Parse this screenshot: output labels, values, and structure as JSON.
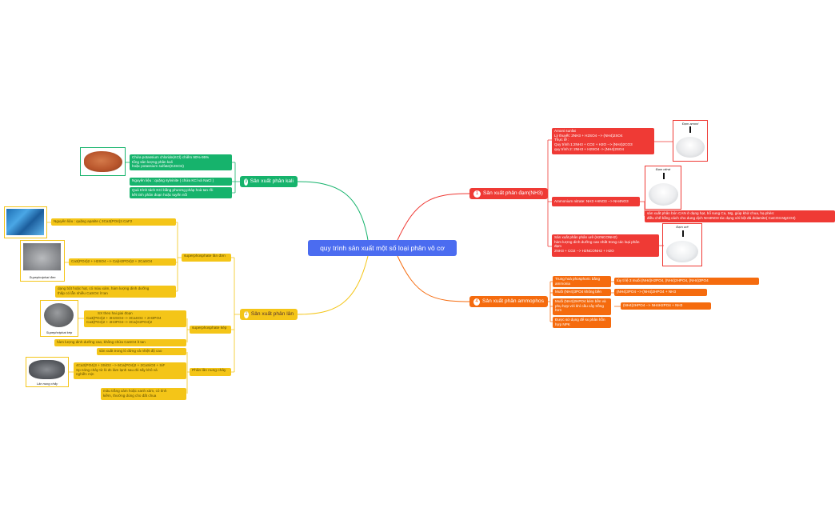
{
  "root": {
    "label": "quy trình sản xuất một số loại phân vô cơ"
  },
  "branches": {
    "dam": {
      "num": "1",
      "label": "Sản xuất phân đạm(NH3)",
      "amoni_sunfat": {
        "lines": [
          "Amoni sunfat",
          "Lý thuyết: 2NH3 + H2SO4 --> (NH4)2SO4",
          "Thực tế :",
          "Quy trình 1:2NH3 + CO2 + H2O --> (NH4)2CO3",
          "quy trình 2: 2NH3 + H2SO4 -> (NH4)2SO4"
        ],
        "image_caption": "Đạm amoni"
      },
      "nitrat": {
        "lines": [
          "Ammonium nitrate: NH3 +HNO3 --> NH4NO3"
        ],
        "image_caption": "Đạm nitrat"
      },
      "can": {
        "lines": [
          "sản xuất phân bón CAN ở dạng hạt, bổ sung Ca, Mg, giúp khử chua, hạ phèn:",
          "điều chế bằng cách cho dung dịch NH4NO3 tác dụng với bột đá dolamite( CaCO3.MgCO3)"
        ]
      },
      "ure": {
        "lines": [
          "Sản xuất phân phân urê (H2NCONH2)",
          "hàm lượng dinh dưỡng cao nhất trong các loại phân",
          "đạm",
          "2NH3 + CO2 --> H2NCONH2 + H2O"
        ],
        "image_caption": "Đạm urê"
      }
    },
    "kali": {
      "num": "3",
      "label": "Sản xuất phân kali",
      "leaf1": {
        "lines": [
          "Chứa potassium chloride(KCl) chiếm 90%-95%",
          "tổng sản lượng phân kali",
          "hoặc potassium sulfate(K2SO4)"
        ]
      },
      "leaf2": {
        "lines": [
          "Nguyên liệu : quặng sylvinite ( chứa KCl và NaCl )"
        ]
      },
      "leaf3": {
        "lines": [
          "Quá trình tách KCl bằng phương pháp hoà tan rồi",
          "kết tinh phân đoạn hoặc tuyển nổi"
        ]
      }
    },
    "lan": {
      "num": "2",
      "label": "Sản xuất phân lân",
      "supe_don": {
        "label": "superphosphate lân đơn",
        "leaf_raw": "Nguyên liệu : quặng apatite ( 3Ca3(PO4)2.CaF2",
        "leaf_eq": "Ca3(PO4)2 + H2SO4 --> Ca(H2PO4)2 + 2CaSO4",
        "leaf_desc": [
          "dạng bột hoặc hạt, có màu xám, hàm lượng dinh dưỡng",
          "thấp có lẫn nhiều CaSO4 ít tan"
        ],
        "image_caption": "Supephotphat đơn"
      },
      "supe_kep": {
        "label": "superphosphate kép",
        "leaf_eq": [
          "SX theo hai giai đoạn",
          "Ca3(PO4)2 + 3H2SO4--> 3CaSO4 + 2H3PO4",
          "Ca3(PO4)2 + 4H3PO4--> 3Ca(H2PO4)2"
        ],
        "leaf_desc": "hàm lượng dinh dưỡng cao, không chứa CaSO4 ít tan",
        "image_caption": "Supephotphat kép"
      },
      "nung_chay": {
        "label": "Phân lân nung chảy",
        "leaf_top": "sản xuất trong lò đứng và nhiệt độ cao",
        "leaf_eq": [
          "4Ca3(PO4)3 + 3SiO2 --> 6Ca(PO4)2 + 2CaSiO3 + SiF",
          "Sp nóng chảy từ lò đc làm lạnh sau đó sấy khô và",
          "nghiền mịn"
        ],
        "leaf_desc": [
          "màu trắng xám hoặc xanh xám, có tính",
          "kiềm, thường dùng cho đất chua"
        ],
        "image_caption": "Lân nung chảy"
      }
    },
    "ammophos": {
      "num": "4",
      "label": "Sản xuất phân ammophos",
      "leaf1": {
        "lines": [
          "Trung hoà phosphoric bằng",
          "ammonia"
        ]
      },
      "leaf1b": "tùy tỉ lệ 3 muối (NH4)H2PO4, (NH4)2HPO4, (NH4)3PO4",
      "leaf2": "Muối (NH4)3PO4 không bền",
      "leaf2b": "(NH4)3PO4 --> (NH4)2HPO4 + NH3",
      "leaf3": {
        "lines": [
          "Muối (NH4)2HPO4 kém bền và",
          "phụ hợp với khí cầu cây trồng",
          "hơn"
        ]
      },
      "leaf3b": "(NH4)2HPO4 --> NH4H2PO4 + NH3",
      "leaf4": {
        "lines": [
          "Được sử dụng để sx phân hỗn",
          "hợp NPK"
        ]
      }
    }
  },
  "colors": {
    "root": "#4b6cf0",
    "dam": "#ef3a35",
    "kali": "#16b36c",
    "lan": "#f4c518",
    "ammophos": "#f56b0e"
  }
}
